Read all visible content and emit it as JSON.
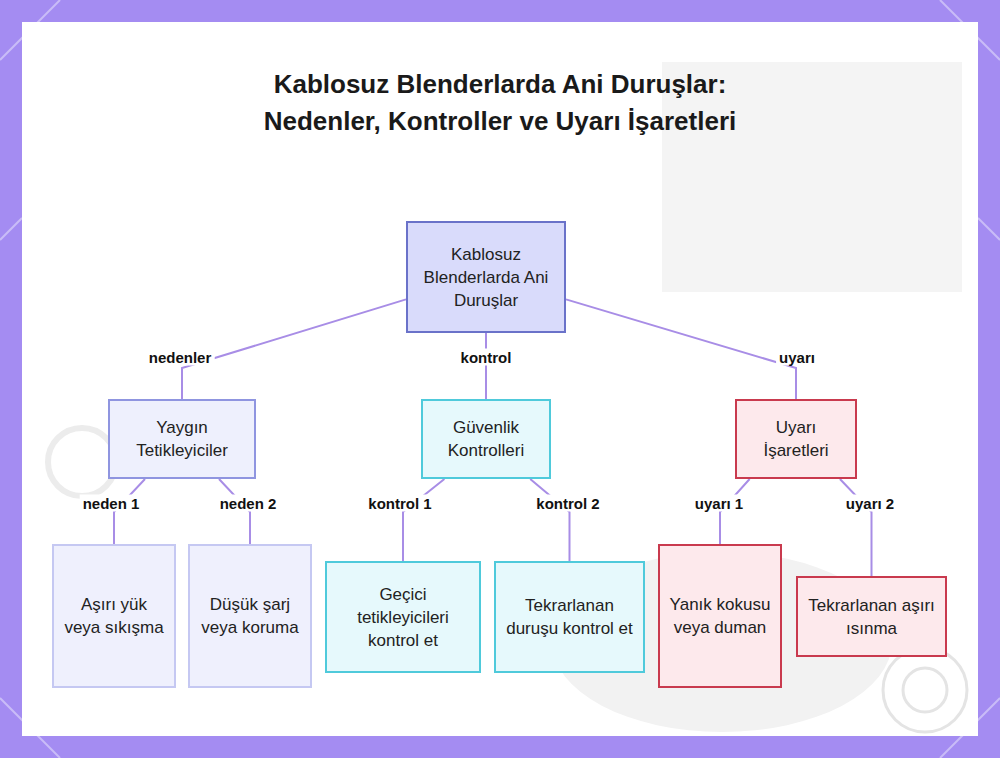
{
  "diagram": {
    "title": "Kablosuz Blenderlarda Ani Duruşlar: Nedenler, Kontroller ve Uyarı İşaretleri",
    "nodes": [
      {
        "text": [
          "Kablosuz Blenderlarda Ani Duruşlar"
        ]
      },
      {
        "text": [
          "Yaygın Tetikleyiciler"
        ]
      },
      {
        "text": [
          "Güvenlik Kontrolleri"
        ]
      },
      {
        "text": [
          "Uyarı İşaretleri"
        ]
      },
      {
        "text": [
          "Aşırı yük veya sıkışma"
        ]
      },
      {
        "text": [
          "Düşük şarj veya koruma"
        ]
      },
      {
        "text": [
          "Geçici tetikleyicileri kontrol et"
        ]
      },
      {
        "text": [
          "Tekrarlanan duruşu kontrol et"
        ]
      },
      {
        "text": [
          "Yanık kokusu veya duman"
        ]
      },
      {
        "text": [
          "Tekrarlanan aşırı ısınma"
        ]
      }
    ],
    "edges": [
      {
        "from": 0,
        "to": 1,
        "label": "nedenler",
        "arrow": "none"
      },
      {
        "from": 0,
        "to": 2,
        "label": "kontrol",
        "arrow": "none"
      },
      {
        "from": 0,
        "to": 3,
        "label": "uyarı",
        "arrow": "none"
      },
      {
        "from": 1,
        "to": 4,
        "label": "neden 1",
        "arrow": "none"
      },
      {
        "from": 1,
        "to": 5,
        "label": "neden 2",
        "arrow": "none"
      },
      {
        "from": 2,
        "to": 6,
        "label": "kontrol 1",
        "arrow": "none"
      },
      {
        "from": 2,
        "to": 7,
        "label": "kontrol 2",
        "arrow": "none"
      },
      {
        "from": 3,
        "to": 8,
        "label": "uyarı 1",
        "arrow": "none"
      },
      {
        "from": 3,
        "to": 9,
        "label": "uyarı 2",
        "arrow": "none"
      }
    ]
  }
}
